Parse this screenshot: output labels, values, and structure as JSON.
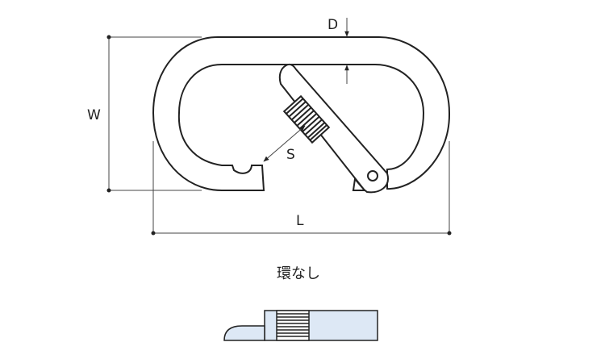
{
  "labels": {
    "d": "D",
    "w": "W",
    "s": "S",
    "l": "L"
  },
  "caption": "環なし",
  "colors": {
    "stroke": "#222222",
    "dim": "#444444",
    "fill_blue": "#dde8f5",
    "background": "#ffffff"
  }
}
